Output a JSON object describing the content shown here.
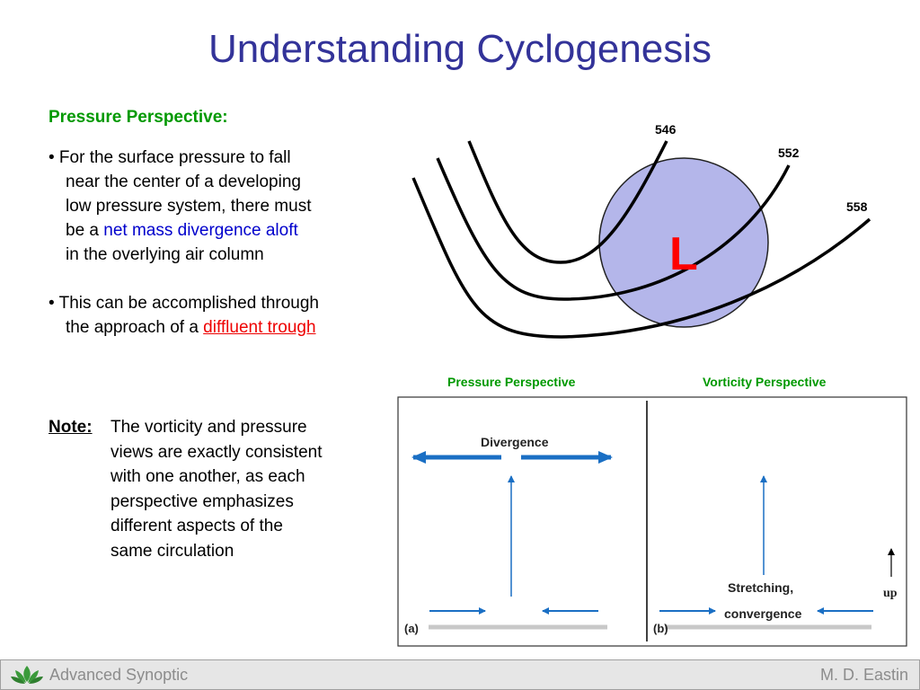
{
  "title": "Understanding Cyclogenesis",
  "section_heading": "Pressure Perspective:",
  "bullets": [
    {
      "lines": [
        "• For the surface pressure to fall",
        "near the center of a developing",
        "low pressure system, there must"
      ],
      "line4_prefix": "be a ",
      "line4_highlight": "net mass divergence aloft",
      "line5": "in the overlying air column"
    },
    {
      "line1": "• This can be accomplished through",
      "line2_prefix": "the approach of a ",
      "line2_highlight": "diffluent trough"
    }
  ],
  "note": {
    "label": "Note:",
    "lines": [
      "The vorticity and pressure",
      "views are exactly consistent",
      "with one another, as each",
      "perspective emphasizes",
      "different aspects of the",
      "same circulation"
    ]
  },
  "trough_diagram": {
    "contour_labels": [
      "546",
      "552",
      "558"
    ],
    "low_label": "L",
    "colors": {
      "low_circle": "#b4b6ea",
      "low_label": "#ff0000"
    }
  },
  "panels": {
    "left_label": "Pressure Perspective",
    "right_label": "Vorticity Perspective",
    "divergence_label": "Divergence",
    "stretching_label": "Stretching,",
    "convergence_label": "convergence",
    "up_label": "up",
    "panel_a": "(a)",
    "panel_b": "(b)"
  },
  "footer": {
    "left": "Advanced Synoptic",
    "right": "M. D. Eastin"
  },
  "colors": {
    "title": "#333399",
    "heading": "#009900",
    "arrow": "#1a6fc4"
  }
}
